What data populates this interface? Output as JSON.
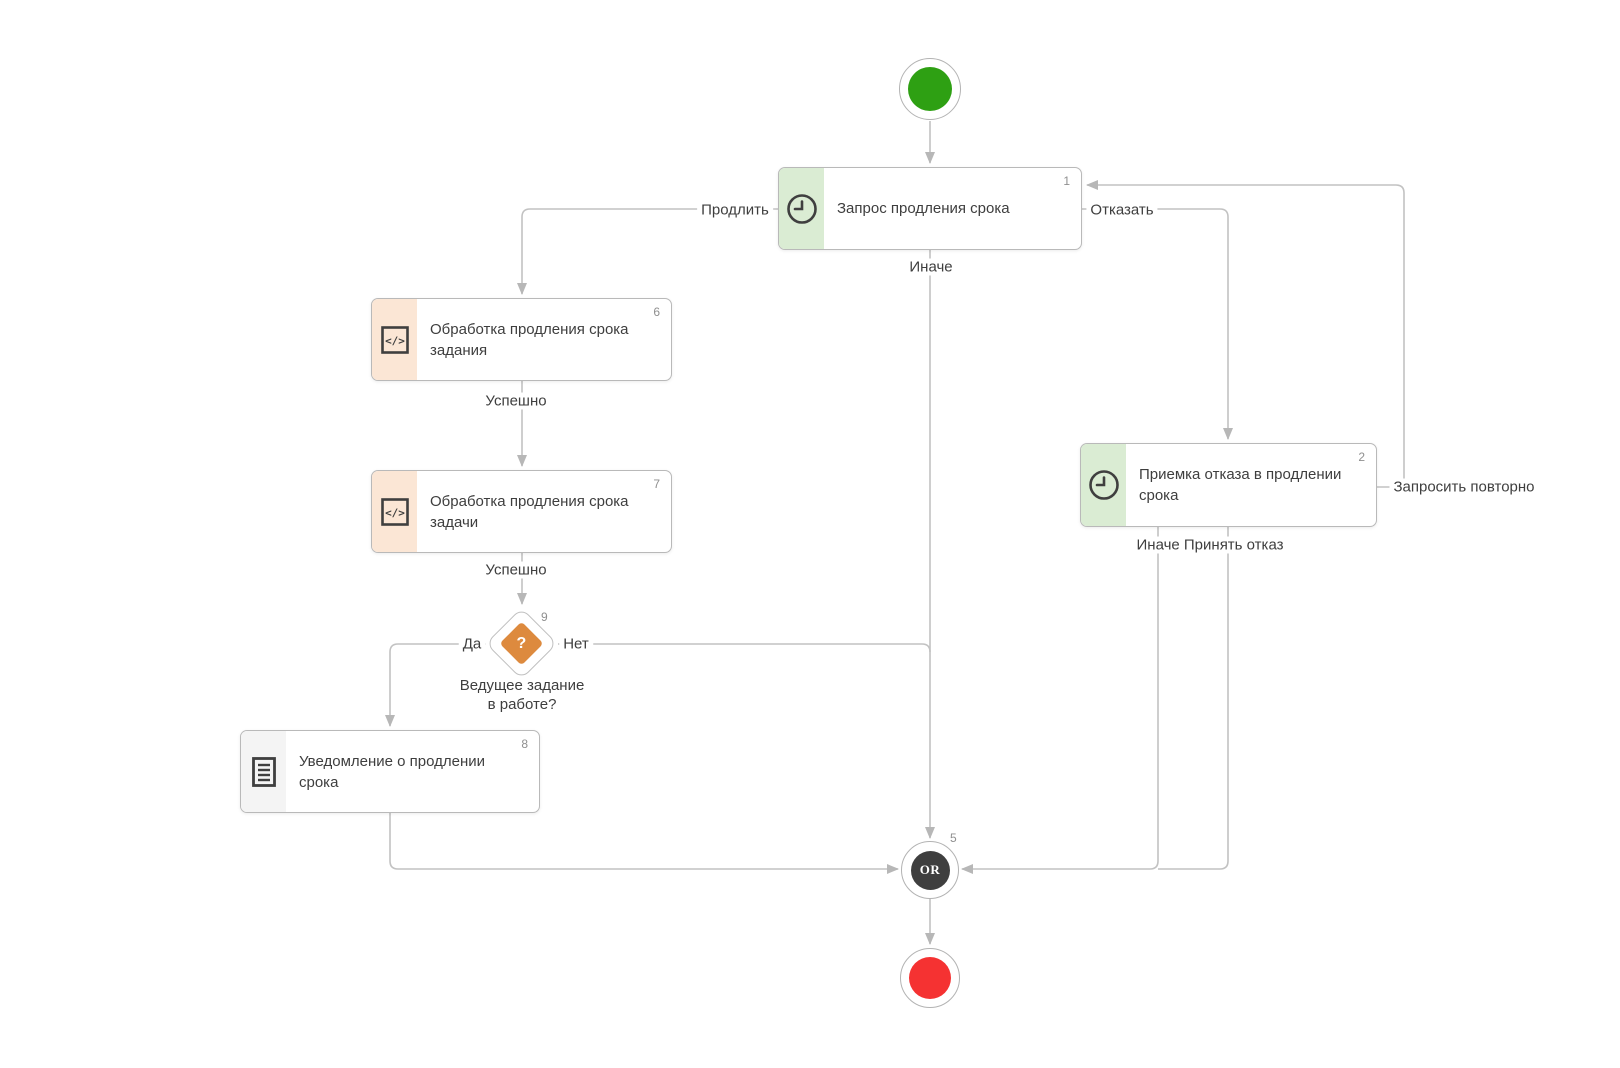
{
  "colors": {
    "start_node_fill": "#2ea013",
    "end_node_fill": "#f53232",
    "decision_fill": "#dd8a3e",
    "or_gateway_fill": "#3f3f3f",
    "timer_panel": "#daecd3",
    "script_panel": "#fbe6d5",
    "notification_panel": "#f4f4f4",
    "edge_line": "#c2c2c2"
  },
  "nodes": {
    "request_extension": {
      "number": "1",
      "title": "Запрос продления срока"
    },
    "process_extension_assignment": {
      "number": "6",
      "title": "Обработка продления срока задания"
    },
    "process_extension_task": {
      "number": "7",
      "title": "Обработка продления срока задачи"
    },
    "leading_assignment_decision": {
      "number": "9",
      "symbol": "?",
      "caption_line1": "Ведущее задание",
      "caption_line2": "в работе?"
    },
    "extension_notification": {
      "number": "8",
      "title": "Уведомление о продлении срока"
    },
    "rejection_acceptance": {
      "number": "2",
      "title": "Приемка отказа в продлении срока"
    },
    "or_gateway": {
      "number": "5",
      "label": "OR"
    }
  },
  "edge_labels": {
    "prolong": "Продлить",
    "refuse": "Отказать",
    "otherwise": "Иначе",
    "success_assignment": "Успешно",
    "success_task": "Успешно",
    "yes": "Да",
    "no": "Нет",
    "request_again": "Запросить повторно",
    "otherwise_accept": "Иначе Принять отказ"
  }
}
